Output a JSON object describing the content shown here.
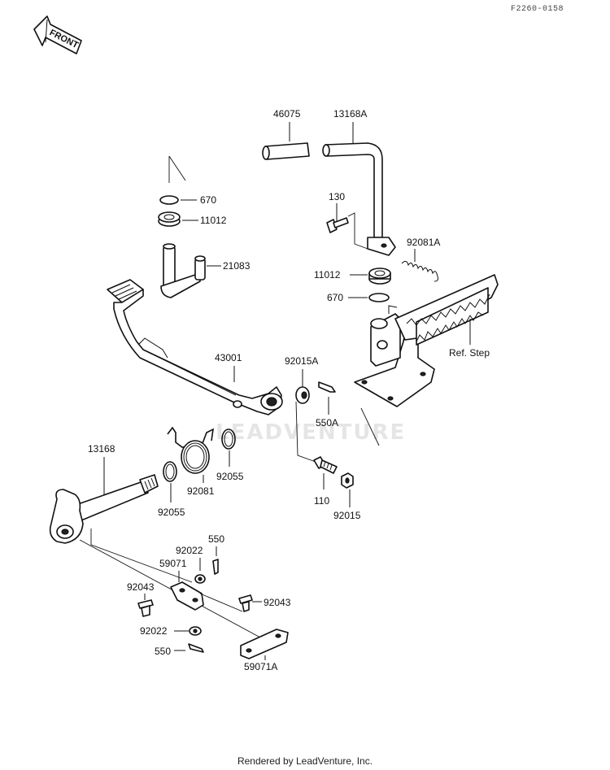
{
  "diagram_code": "F2260-0158",
  "front_label": "FRONT",
  "watermark": "LEADVENTURE",
  "footer": "Rendered by LeadVenture, Inc.",
  "ref_label": "Ref. Step",
  "parts": {
    "p46075": "46075",
    "p13168A": "13168A",
    "p670a": "670",
    "p11012a": "11012",
    "p21083": "21083",
    "p130": "130",
    "p92081A": "92081A",
    "p11012b": "11012",
    "p670b": "670",
    "p43001": "43001",
    "p92015A": "92015A",
    "p550A": "550A",
    "p13168": "13168",
    "p92055a": "92055",
    "p92081": "92081",
    "p92055b": "92055",
    "p110": "110",
    "p92015": "92015",
    "p92022a": "92022",
    "p550a": "550",
    "p59071": "59071",
    "p92043a": "92043",
    "p92043b": "92043",
    "p92022b": "92022",
    "p550b": "550",
    "p59071A": "59071A"
  }
}
